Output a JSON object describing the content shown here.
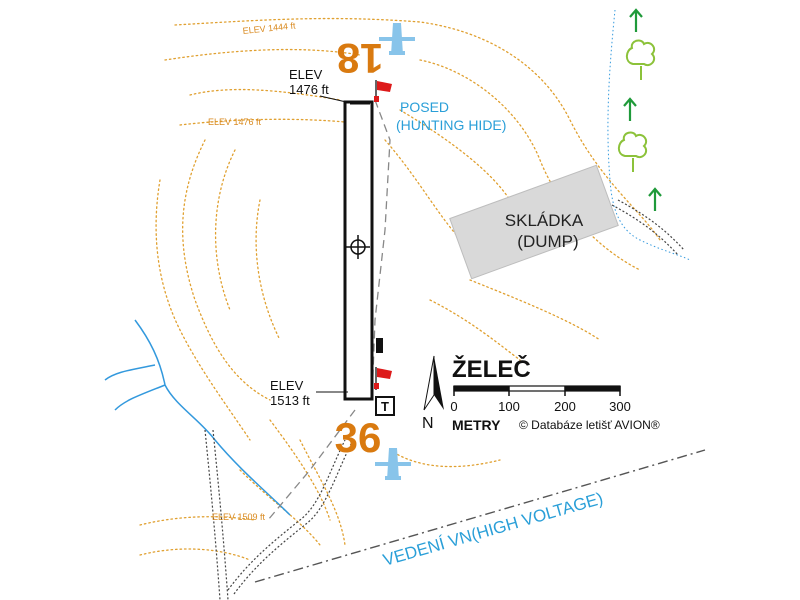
{
  "airfield": {
    "name": "ŽELEČ"
  },
  "runway": {
    "north_number": "18",
    "south_number": "36",
    "north_elev_label": "ELEV",
    "north_elev_value": "1476 ft",
    "south_elev_label": "ELEV",
    "south_elev_value": "1513 ft"
  },
  "contours": {
    "label_1": "ELEV 1444 ft",
    "label_2": "ELEV 1476 ft",
    "label_3": "ELEV 1509 ft"
  },
  "features": {
    "posed_line1": "POSED",
    "posed_line2": "(HUNTING HIDE)",
    "dump_line1": "SKLÁDKA",
    "dump_line2": "(DUMP)",
    "power_line": "VEDENÍ VN(HIGH VOLTAGE)",
    "tee_marker": "T"
  },
  "scale": {
    "ticks": [
      "0",
      "100",
      "200",
      "300"
    ],
    "unit": "METRY",
    "north": "N",
    "credit": "© Databáze letišť AVION®"
  },
  "colors": {
    "contour": "#e0a030",
    "water": "#3399dd",
    "aircraft": "#88c4ea",
    "number": "#d97a10",
    "flag": "#dd1a1a",
    "tree": "#1f9a3a",
    "tree_light": "#8cc23a",
    "dump_fill": "#d9d9d9",
    "dump_border": "#bdbdbd"
  }
}
